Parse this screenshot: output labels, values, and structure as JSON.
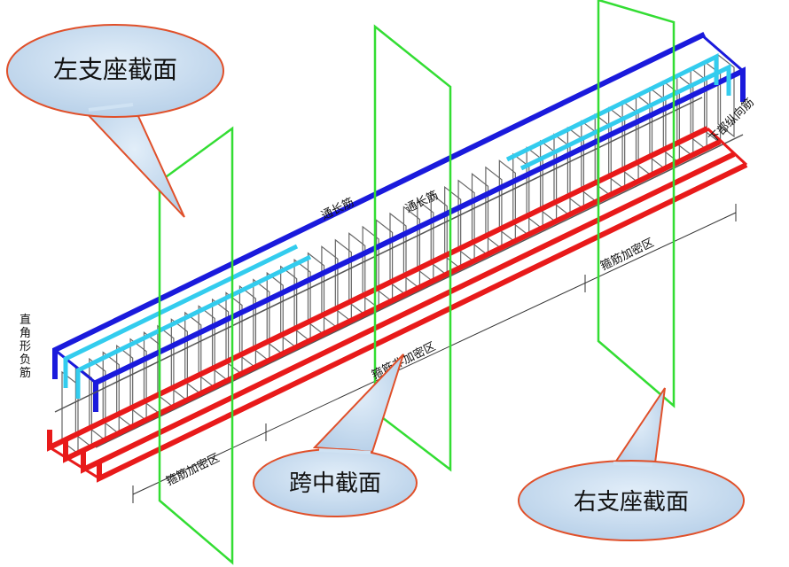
{
  "callouts": {
    "left_support": "左支座截面",
    "midspan": "跨中截面",
    "right_support": "右支座截面"
  },
  "labels": {
    "continuous_rebar_1": "通长筋",
    "continuous_rebar_2": "通长筋",
    "right_angle_negative_rebar": "直角形负筋",
    "stirrup_dense_zone_left": "箍筋加密区",
    "stirrup_non_dense_zone": "箍筋非加密区",
    "stirrup_dense_zone_right": "箍筋加密区",
    "bottom_longitudinal_rebar": "下部纵向筋"
  },
  "colors": {
    "top_continuous_rebar": "#1a1adc",
    "support_negative_rebar": "#33ccee",
    "bottom_rebar": "#e81a1a",
    "section_plane": "#33dd33",
    "callout_fill": "#cfe2f3",
    "callout_stroke": "#e0502a"
  }
}
